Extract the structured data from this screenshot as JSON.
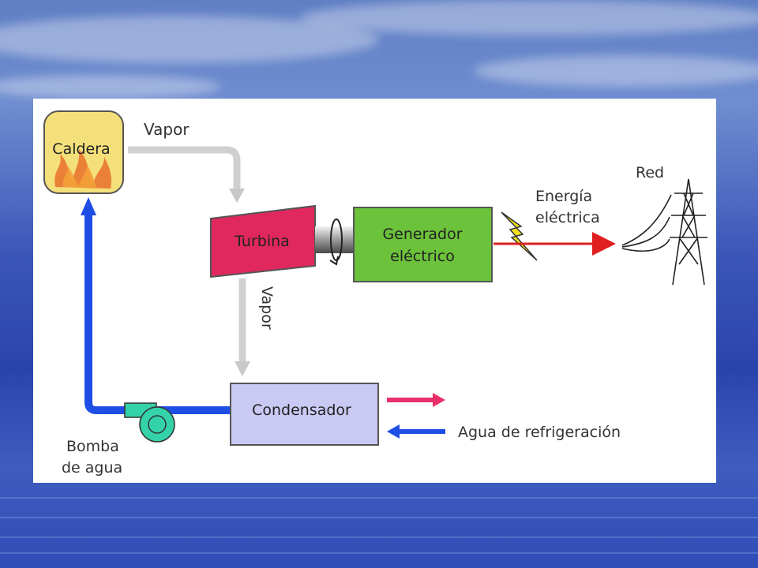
{
  "background": {
    "theme": "blue-water-slide",
    "colors": {
      "sky": "#6f8dd0",
      "water": "#2a44ad"
    }
  },
  "diagram": {
    "boiler_label": "Caldera",
    "steam_label_top": "Vapor",
    "turbine_label": "Turbina",
    "generator_label_line1": "Generador",
    "generator_label_line2": "eléctrico",
    "energy_label_line1": "Energía",
    "energy_label_line2": "eléctrica",
    "grid_label": "Red",
    "steam_label_down": "Vapor",
    "condenser_label": "Condensador",
    "cooling_water_label": "Agua de refrigeración",
    "pump_label_line1": "Bomba",
    "pump_label_line2": "de agua",
    "colors": {
      "boiler_fill": "#f4e07a",
      "flame": "#e8702a",
      "turbine_fill": "#e0285e",
      "generator_fill": "#6cc23a",
      "condenser_fill": "#c9c9f4",
      "pump_fill": "#34d2a8",
      "water_pipe": "#1f4ee6",
      "steam_arrow": "#d0d0d0",
      "power_line": "#e02020",
      "lightning": "#f2e020",
      "hot_water_arrow": "#e8306a"
    },
    "icons": {
      "boiler": "flame-icon",
      "generator_shaft": "rotation-icon",
      "energy": "lightning-icon",
      "grid": "power-tower-icon",
      "pump": "pump-icon"
    }
  }
}
